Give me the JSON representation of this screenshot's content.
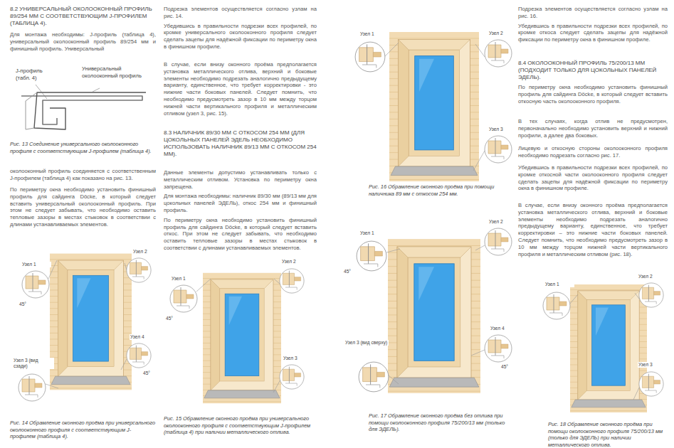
{
  "diagram": {
    "labels": [
      "8.2 УНИВЕРСАЛЬНЫЙ ОКОЛООКОННЫЙ ПРОФИЛЬ 89/254 ММ С СООТВЕТСТВУЮЩИМ J-ПРОФИЛЕМ (ТАБЛИЦА 4).",
      "Для монтажа необходимы: J-профиль (таблица 4), универсальный околооконный профиль 89/254 мм и финишный профиль. Универсальный",
      "J-профиль (табл. 4)",
      "Универсальный околооконный профиль",
      "Рис. 13 Соединение универсального околооконного профиля с соответствующим J-профилем (таблица 4).",
      "околооконный профиль соединяется с соответственным J-профилем (таблица 4) как показано на рис. 13.",
      "По периметру окна необходимо установить финишный профиль для сайдинга Döcke, в который следует вставить универсальный околооконный профиль. При этом не следует забывать, что необходимо оставить тепловые зазоры в местах стыковок в соответствии с длинами устанавливаемых элементов.",
      "Узел 1",
      "Узел 2",
      "Узел 4",
      "Узел 3 (вид сзади)",
      "45°",
      "45°",
      "Рис. 14 Обрамление оконного проёма при универсального околооконного профиля с соответствующим J-профилем (таблица 4).",
      "Подрезка элементов осуществляется согласно узлам на рис. 14.",
      "Убедившись в правильности подрезки всех профилей, по кромке универсального околооконного профиля следует сделать зацепы для надёжной фиксации по периметру окна в финишном профиле.",
      "В случае, если внизу оконного проёма предполагается установка металлического отлива, верхний и боковые элементы необходимо подрезать аналогично предыдущему варианту, единственное, что требует корректировки - это нижние части боковых панелей. Следует помнить, что необходимо предусмотреть зазор в 10 мм между торцом нижней части вертикального профиля и металлическим отливом (узел 3, рис. 15).",
      "8.3 НАЛИЧНИК 89/30 ММ С ОТКОСОМ 254 ММ (ДЛЯ ЦОКОЛЬНЫХ ПАНЕЛЕЙ ЭДЕЛЬ НЕОБХОДИМО ИСПОЛЬЗОВАТЬ НАЛИЧНИК 89/13 ММ С ОТКОСОМ 254 ММ).",
      "Данные элементы допустимо устанавливать только с металлическим отливом. Установка по периметру окна запрещена.",
      "Для монтажа необходимы: наличник 89/30 мм (89/13 мм для цокольных панелей ЭДЕЛЬ), откос 254 мм и финишный профиль.",
      "По периметру окна необходимо установить финишный профиль для сайдинга Döcke, в который следует вставить откос. При этом не следует забывать, что необходимо оставить тепловые зазоры в местах стыковок в соответствии с длинами устанавливаемых элементов.",
      "Узел 1",
      "Узел 2",
      "Узел 3",
      "45°",
      "Рис. 15 Обрамление оконного проёма при универсального околооконного профиля с соответствующим J-профилем (таблица 4) при наличии металлического отлива.",
      "Узел 1",
      "Узел 2",
      "Узел 3",
      "Рис. 16 Обрамление оконного проёма при помощи наличника 89 мм с откосом 254 мм.",
      "Узел 1",
      "Узел 2",
      "Узел 4",
      "Узел 3 (вид сверху)",
      "45°",
      "45°",
      "Рис. 17 Обрамление оконного проёма без отлива при помощи околооконного профиля 75/200/13 мм (только для ЭДЕЛЬ).",
      "Подрезка элементов осуществляется согласно узлам на рис. 16.",
      "Убедившись в правильности подрезки всех профилей, по кромке откоса следует сделать зацепы для надёжной фиксации по периметру окна в финишном профиле.",
      "8.4 ОКОЛООКОННЫЙ ПРОФИЛЬ 75/200/13 ММ (ПОДХОДИТ ТОЛЬКО ДЛЯ ЦОКОЛЬНЫХ ПАНЕЛЕЙ ЭДЕЛЬ).",
      "По периметру окна необходимо установить финишный профиль для сайдинга Döcke, в который следует вставить откосную часть околооконного профиля.",
      "В тех случаях, когда отлив не предусмотрен, первоначально необходимо установить верхний и нижний профили, а далее два боковых.",
      "Лицевую и откосную стороны околооконного профиля необходимо подрезать согласно рис. 17.",
      "Убедившись в правильности подрезки всех профилей, по кромке откосной части околооконного профиля следует сделать зацепы для надёжной фиксации по периметру окна в финишном профиле.",
      "В случае, если внизу оконного проёма предполагается установка металлического отлива, верхний и боковые элементы необходимо подрезать аналогично предыдущему варианту, единственное, что требует корректировки – это нижние части боковых панелей. Следует помнить, что необходимо предусмотреть зазор в 10 мм между торцом нижней части вертикального профиля и металлическим отливом (рис. 18).",
      "Узел 1",
      "Узел 2",
      "Узел 3",
      "Рис. 18 Обрамление оконного проёма при помощи околооконного профиля 75/200/13 мм (только для ЭДЕЛЬ) при наличии металлического отлива."
    ]
  }
}
